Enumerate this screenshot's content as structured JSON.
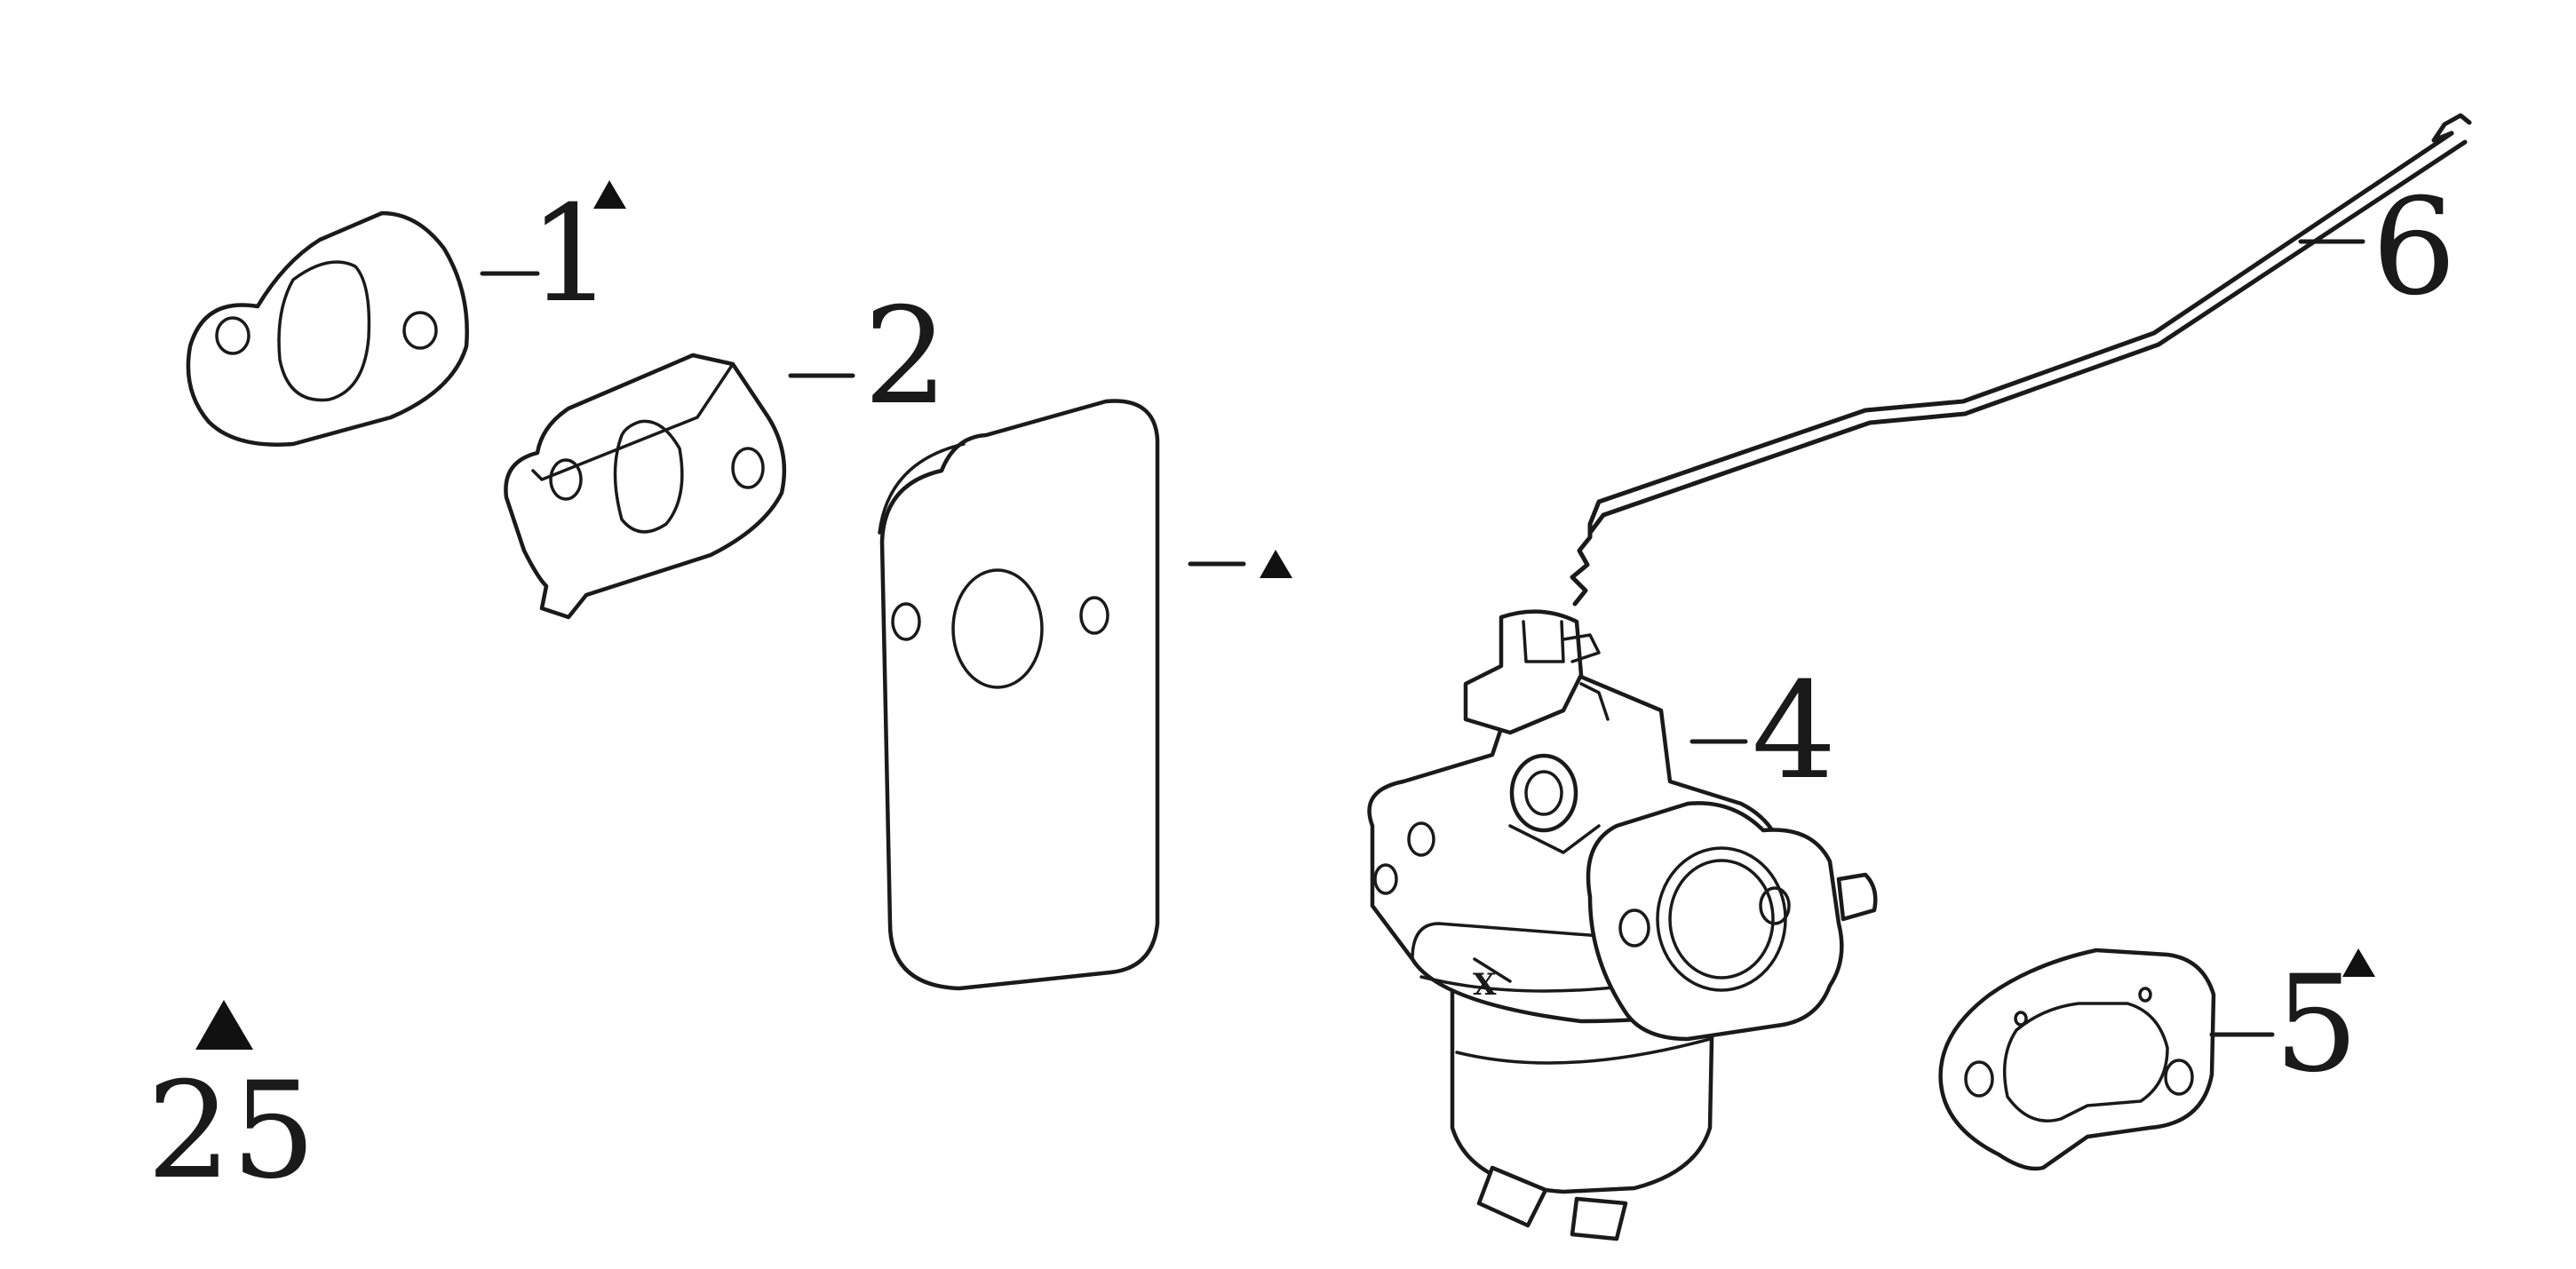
{
  "diagram": {
    "labels": {
      "part1": "1",
      "part2": "2",
      "part4": "4",
      "part5": "5",
      "part6": "6",
      "kit": "25"
    },
    "carb_stamp": "X",
    "colors": {
      "line": "#1a1a1a",
      "background": "#ffffff"
    }
  }
}
